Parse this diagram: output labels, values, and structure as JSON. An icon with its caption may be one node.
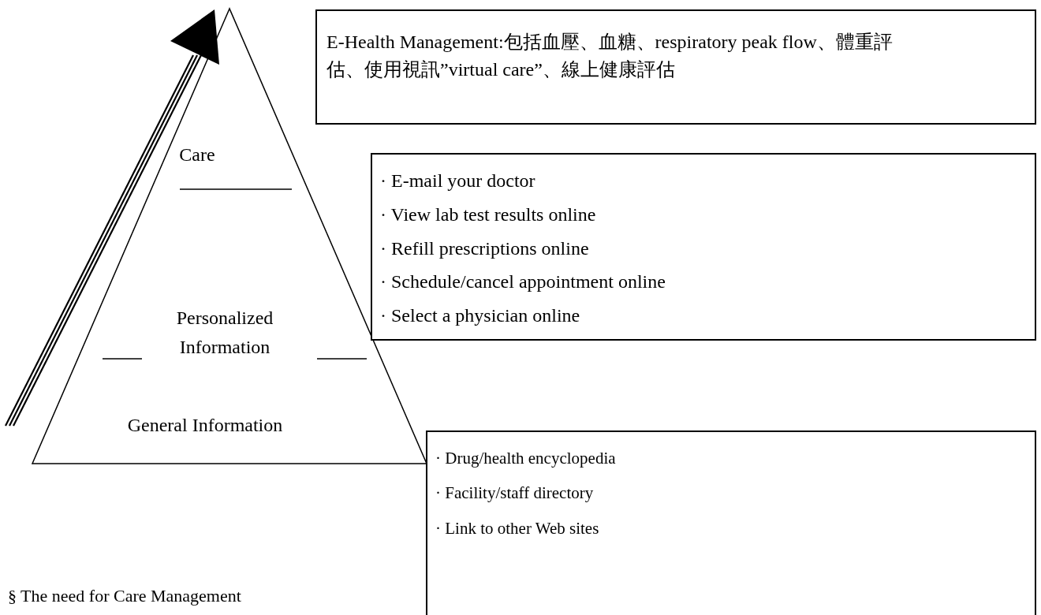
{
  "diagram": {
    "caption": "§ The need for Care Management",
    "nodes": [
      {
        "text": [],
        "shape": "triangle"
      },
      {
        "text": [
          "Care"
        ],
        "in": 0
      },
      {
        "text": [
          "Personalized Information"
        ],
        "in": 0
      },
      {
        "text": [
          "General Information"
        ],
        "in": 0
      },
      {
        "text": [
          "E-Health Management:包括血壓、血糖、respiratory peak flow、體重評估、使用視訊”virtual care”、線上健康評估"
        ]
      },
      {
        "text": [
          "· E-mail your doctor",
          "· View lab test results online",
          "· Refill prescriptions online",
          "· Schedule/cancel appointment online",
          "· Select a physician online"
        ]
      },
      {
        "text": [
          "· Drug/health encyclopedia",
          "· Facility/staff directory",
          "· Link to other Web sites"
        ]
      }
    ]
  }
}
